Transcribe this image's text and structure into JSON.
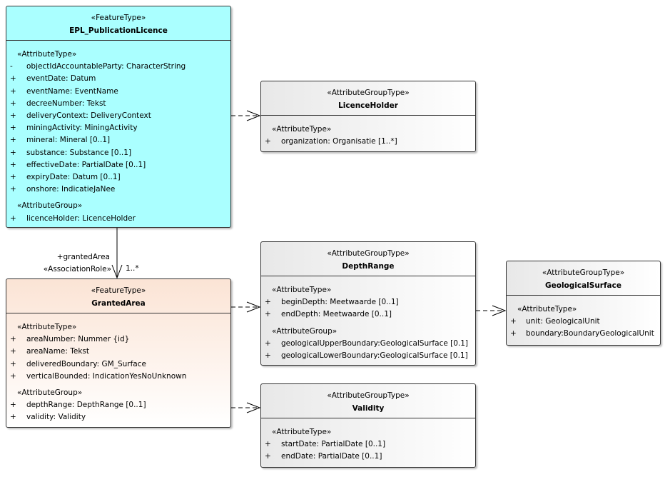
{
  "classes": {
    "epl": {
      "stereotype": "«FeatureType»",
      "name": "EPL_PublicationLicence",
      "compartments": [
        {
          "stereotype": "«AttributeType»",
          "rows": [
            {
              "vis": "-",
              "text": "objectIdAccountableParty: CharacterString"
            },
            {
              "vis": "+",
              "text": "eventDate: Datum"
            },
            {
              "vis": "+",
              "text": "eventName: EventName"
            },
            {
              "vis": "+",
              "text": "decreeNumber: Tekst"
            },
            {
              "vis": "+",
              "text": "deliveryContext: DeliveryContext"
            },
            {
              "vis": "+",
              "text": "miningActivity: MiningActivity"
            },
            {
              "vis": "+",
              "text": "mineral: Mineral [0..1]"
            },
            {
              "vis": "+",
              "text": "substance: Substance [0..1]"
            },
            {
              "vis": "+",
              "text": "effectiveDate: PartialDate [0..1]"
            },
            {
              "vis": "+",
              "text": "expiryDate: Datum [0..1]"
            },
            {
              "vis": "+",
              "text": "onshore: IndicatieJaNee"
            }
          ]
        },
        {
          "stereotype": "«AttributeGroup»",
          "rows": [
            {
              "vis": "+",
              "text": "licenceHolder: LicenceHolder"
            }
          ]
        }
      ]
    },
    "licence": {
      "stereotype": "«AttributeGroupType»",
      "name": "LicenceHolder",
      "compartments": [
        {
          "stereotype": "«AttributeType»",
          "rows": [
            {
              "vis": "+",
              "text": "organization: Organisatie [1..*]"
            }
          ]
        }
      ]
    },
    "granted": {
      "stereotype": "«FeatureType»",
      "name": "GrantedArea",
      "compartments": [
        {
          "stereotype": "«AttributeType»",
          "rows": [
            {
              "vis": "+",
              "text": "areaNumber: Nummer {id}"
            },
            {
              "vis": "+",
              "text": "areaName: Tekst"
            },
            {
              "vis": "+",
              "text": "deliveredBoundary: GM_Surface"
            },
            {
              "vis": "+",
              "text": "verticalBounded: IndicationYesNoUnknown"
            }
          ]
        },
        {
          "stereotype": "«AttributeGroup»",
          "rows": [
            {
              "vis": "+",
              "text": "depthRange: DepthRange [0..1]"
            },
            {
              "vis": "+",
              "text": "validity: Validity"
            }
          ]
        }
      ]
    },
    "depth": {
      "stereotype": "«AttributeGroupType»",
      "name": "DepthRange",
      "compartments": [
        {
          "stereotype": "«AttributeType»",
          "rows": [
            {
              "vis": "+",
              "text": "beginDepth: Meetwaarde [0..1]"
            },
            {
              "vis": "+",
              "text": "endDepth: Meetwaarde [0..1]"
            }
          ]
        },
        {
          "stereotype": "«AttributeGroup»",
          "rows": [
            {
              "vis": "+",
              "text": "geologicalUpperBoundary:GeologicalSurface [0.1]"
            },
            {
              "vis": "+",
              "text": "geologicalLowerBoundary:GeologicalSurface [0.1]"
            }
          ]
        }
      ]
    },
    "geo": {
      "stereotype": "«AttributeGroupType»",
      "name": "GeologicalSurface",
      "compartments": [
        {
          "stereotype": "«AttributeType»",
          "rows": [
            {
              "vis": "+",
              "text": "unit: GeologicalUnit"
            },
            {
              "vis": "+",
              "text": "boundary:BoundaryGeologicalUnit"
            }
          ]
        }
      ]
    },
    "validity": {
      "stereotype": "«AttributeGroupType»",
      "name": "Validity",
      "compartments": [
        {
          "stereotype": "«AttributeType»",
          "rows": [
            {
              "vis": "+",
              "text": "startDate: PartialDate [0..1]"
            },
            {
              "vis": "+",
              "text": "endDate: PartialDate [0..1]"
            }
          ]
        }
      ]
    }
  },
  "association": {
    "role": "+grantedArea",
    "stereotype": "«AssociationRole»",
    "multiplicity": "1..*"
  },
  "colors": {
    "featureTypePrimary": "#aaffff",
    "featureTypeSecondary": "#fbe4d5",
    "attributeGroupType": "#e8e8e8"
  }
}
